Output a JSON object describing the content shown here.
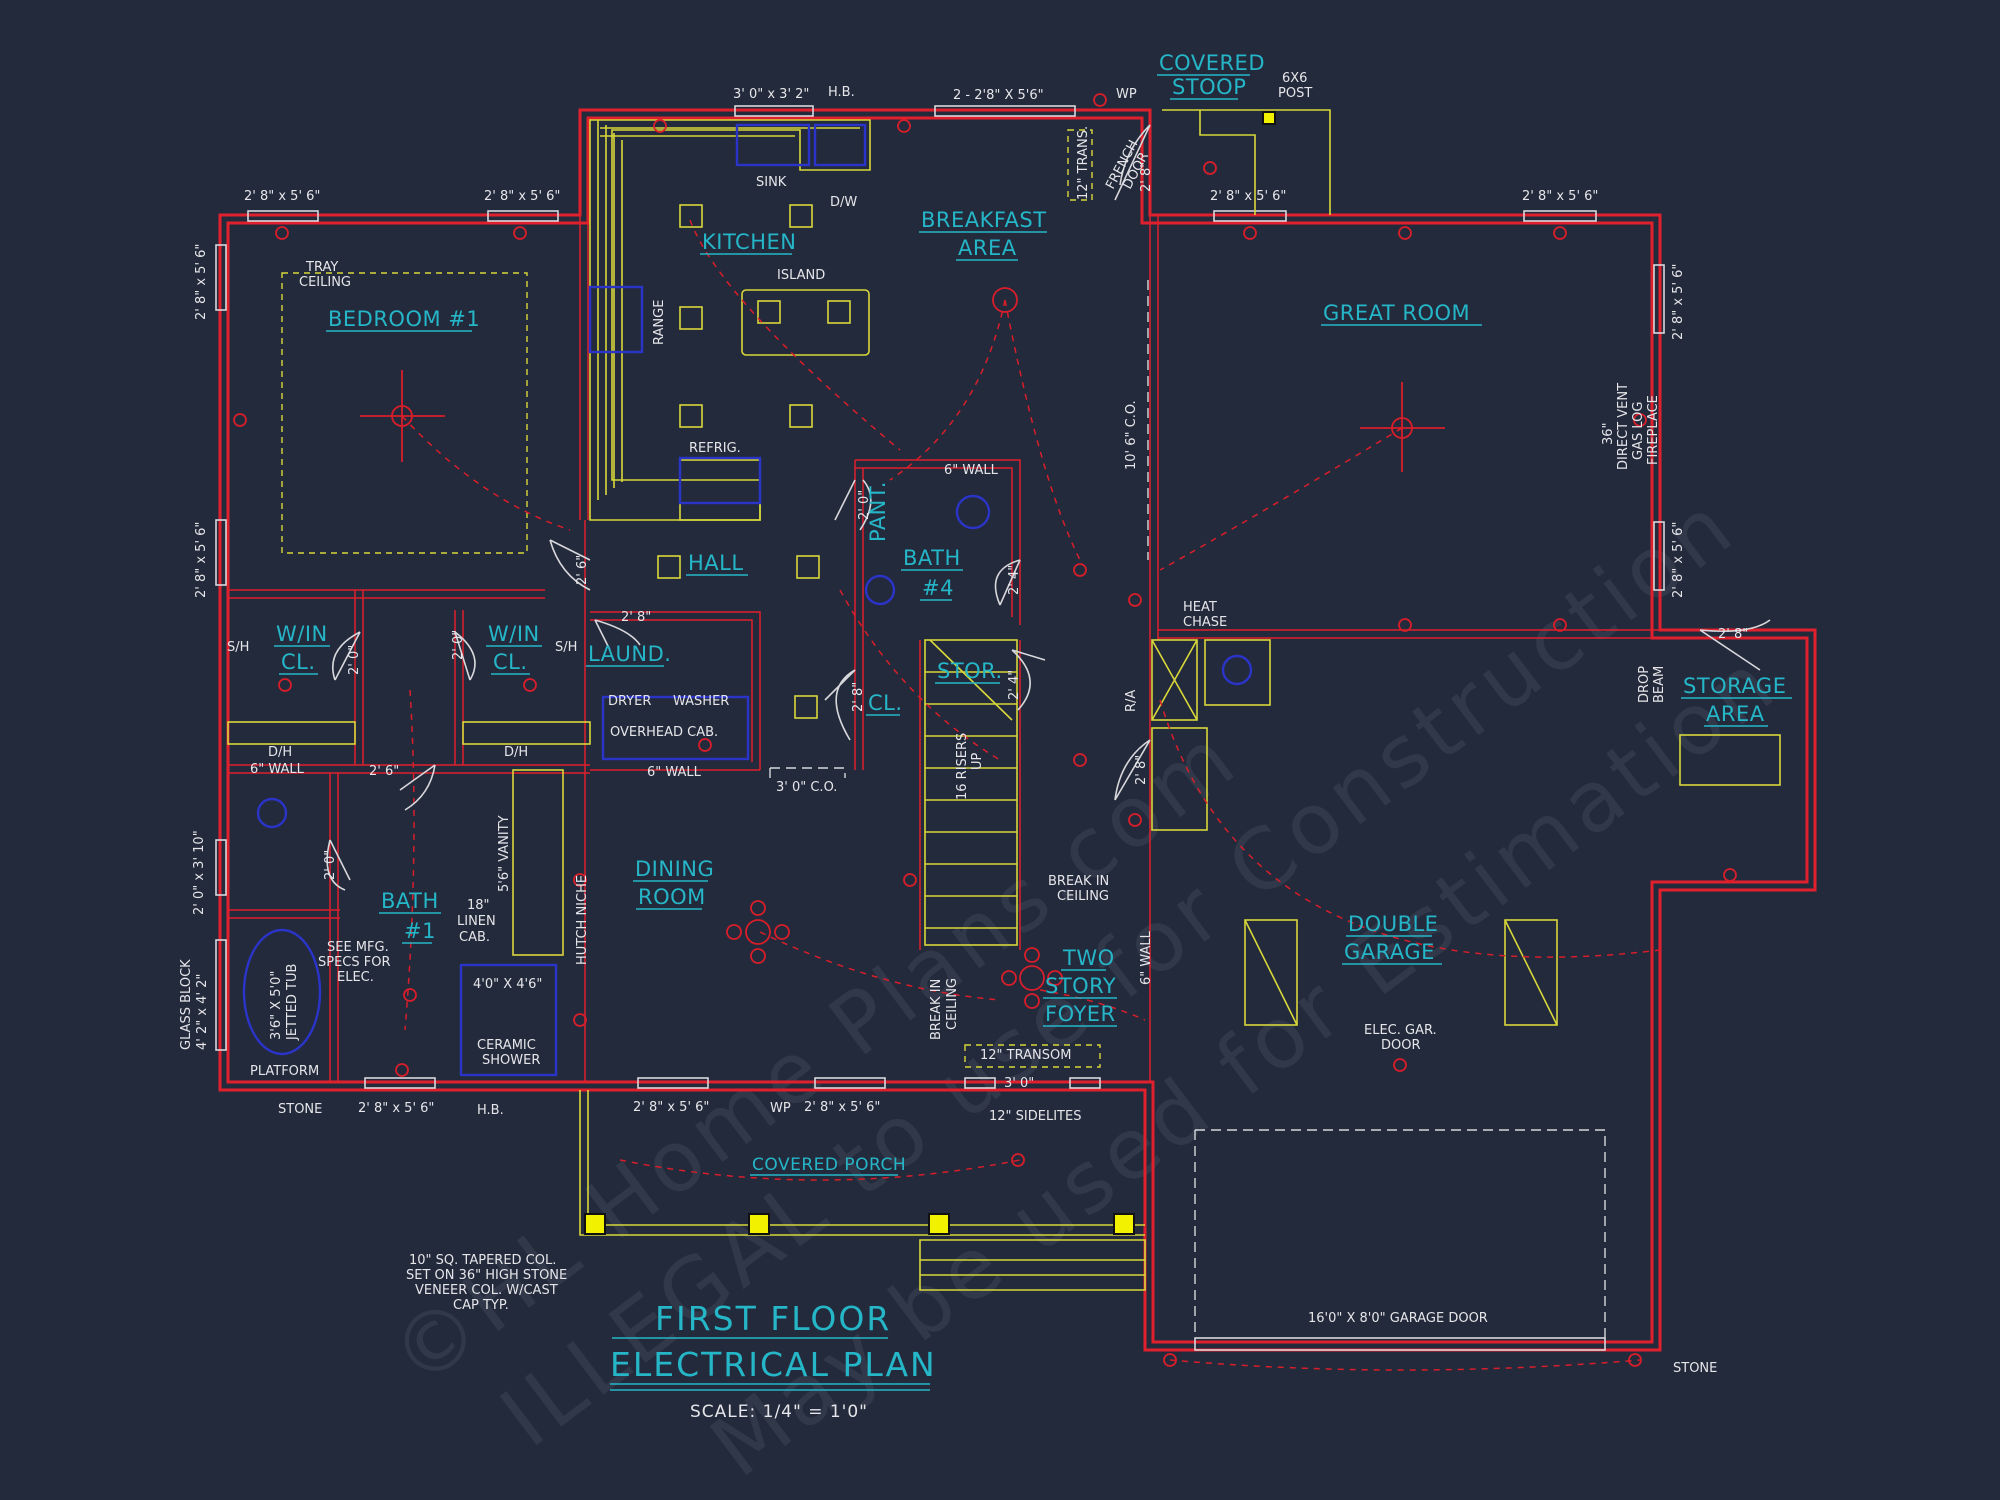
{
  "plan": {
    "title_line1": "FIRST FLOOR",
    "title_line2": "ELECTRICAL PLAN",
    "scale": "SCALE:   1/4\" = 1'0\"",
    "watermark_line1": "©HL Home Plans.com",
    "watermark_line2": "ILLEGAL to use for Construction",
    "watermark_line3": "May be used for Estimation"
  },
  "rooms": {
    "bedroom1": "BEDROOM #1",
    "kitchen": "KITCHEN",
    "breakfast1": "BREAKFAST",
    "breakfast2": "AREA",
    "great_room": "GREAT ROOM",
    "covered_stoop1": "COVERED",
    "covered_stoop2": "STOOP",
    "hall": "HALL",
    "pant": "PANT.",
    "bath4_1": "BATH",
    "bath4_2": "#4",
    "win_cl_left1": "W/IN",
    "win_cl_left2": "CL.",
    "win_cl_right1": "W/IN",
    "win_cl_right2": "CL.",
    "laund": "LAUND.",
    "stor": "STOR.",
    "cl": "CL.",
    "storage1": "STORAGE",
    "storage2": "AREA",
    "bath1_1": "BATH",
    "bath1_2": "#1",
    "dining1": "DINING",
    "dining2": "ROOM",
    "foyer1": "TWO",
    "foyer2": "STORY",
    "foyer3": "FOYER",
    "garage1": "DOUBLE",
    "garage2": "GARAGE",
    "covered_porch": "COVERED PORCH"
  },
  "notes": {
    "win_3_0x3_2": "3' 0\" x 3' 2\"",
    "hb_top": "H.B.",
    "win_2_2_8x5_6": "2 - 2'8\" X 5'6\"",
    "wp_top": "WP",
    "post_6x6_1": "6X6",
    "post_6x6_2": "POST",
    "win_top_bed_a": "2' 8\" x 5' 6\"",
    "win_top_bed_b": "2' 8\" x 5' 6\"",
    "win_top_great_a": "2' 8\" x 5' 6\"",
    "win_top_great_b": "2' 8\" x 5' 6\"",
    "win_left_a": "2' 8\" x 5' 6\"",
    "win_left_b": "2' 8\" x 5' 6\"",
    "win_left_c": "2' 0\" x 3' 10\"",
    "glass_block1": "GLASS BLOCK",
    "glass_block2": "4' 2\" x 4' 2\"",
    "win_right_a": "2' 8\" x 5' 6\"",
    "win_right_b": "2' 8\" x 5' 6\"",
    "sink": "SINK",
    "dw": "D/W",
    "range": "RANGE",
    "island": "ISLAND",
    "refrig": "REFRIG.",
    "trans": "12\" TRANS.",
    "french_door1": "FRENCH",
    "french_door2": "DOOR",
    "french_door_w": "2' 8\"",
    "tray1": "TRAY",
    "tray2": "CEILING",
    "co_10_6": "10' 6\" C.O.",
    "fireplace1": "36\"",
    "fireplace2": "DIRECT VENT",
    "fireplace3": "GAS LOG",
    "fireplace4": "FIREPLACE",
    "wall_6_a": "6\" WALL",
    "wall_6_b": "6\" WALL",
    "wall_6_c": "6\" WALL",
    "wall_6_d": "6\" WALL",
    "door_2_0_pant": "2' 0\"",
    "door_2_6_hall": "2' 6\"",
    "door_2_4_bath": "2' 4\"",
    "door_2_4_stor": "2' 4\"",
    "door_2_8_laund": "2' 8\"",
    "door_2_0_wincl_l": "2' 0\"",
    "door_2_0_wincl_r": "2' 0\"",
    "door_2_8_cl": "2' 8\"",
    "door_2_6_bath1": "2' 6\"",
    "door_2_0_wc": "2' 0\"",
    "door_2_8_garage": "2' 8\"",
    "door_2_8_storage": "2' 8\"",
    "sh_left": "S/H",
    "sh_right": "S/H",
    "dh_left": "D/H",
    "dh_right": "D/H",
    "dryer": "DRYER",
    "washer": "WASHER",
    "overhead_cab": "OVERHEAD CAB.",
    "co_3_0": "3' 0\" C.O.",
    "risers1": "16 RISERS",
    "risers2": "UP",
    "heat_chase1": "HEAT",
    "heat_chase2": "CHASE",
    "ra": "R/A",
    "drop_beam1": "DROP",
    "drop_beam2": "BEAM",
    "vanity": "5'6\" VANITY",
    "linen1": "18\"",
    "linen2": "LINEN",
    "linen3": "CAB.",
    "hutch_niche": "HUTCH NICHE",
    "see_mfg1": "SEE MFG.",
    "see_mfg2": "SPECS FOR",
    "see_mfg3": "ELEC.",
    "tub1": "3'6\" X 5'0\"",
    "tub2": "JETTED TUB",
    "shower_size": "4'0\" X 4'6\"",
    "shower1": "CERAMIC",
    "shower2": "SHOWER",
    "platform": "PLATFORM",
    "break_ceiling1": "BREAK IN",
    "break_ceiling2": "CEILING",
    "break_ceiling_v1": "BREAK IN",
    "break_ceiling_v2": "CEILING",
    "transom": "12\" TRANSOM",
    "door_3_0": "3' 0\"",
    "sidelites": "12\" SIDELITES",
    "elec_gar1": "ELEC. GAR.",
    "elec_gar2": "DOOR",
    "stone_left": "STONE",
    "stone_right": "STONE",
    "win_bot_a": "2' 8\" x 5' 6\"",
    "hb_bot": "H.B.",
    "win_bot_b": "2' 8\" x 5' 6\"",
    "wp_bot": "WP",
    "win_bot_c": "2' 8\" x 5' 6\"",
    "column1": "10\" SQ. TAPERED COL.",
    "column2": "SET ON 36\" HIGH STONE",
    "column3": "VENEER COL. W/CAST",
    "column4": "CAP TYP.",
    "garage_door": "16'0\" X 8'0\" GARAGE DOOR"
  },
  "colors": {
    "background": "#232a3b",
    "walls": "#e0202c",
    "fixtures": "#d8d83a",
    "labels": "#25b6c8",
    "plumbing": "#2b34c8",
    "text": "#e6e6ea"
  }
}
